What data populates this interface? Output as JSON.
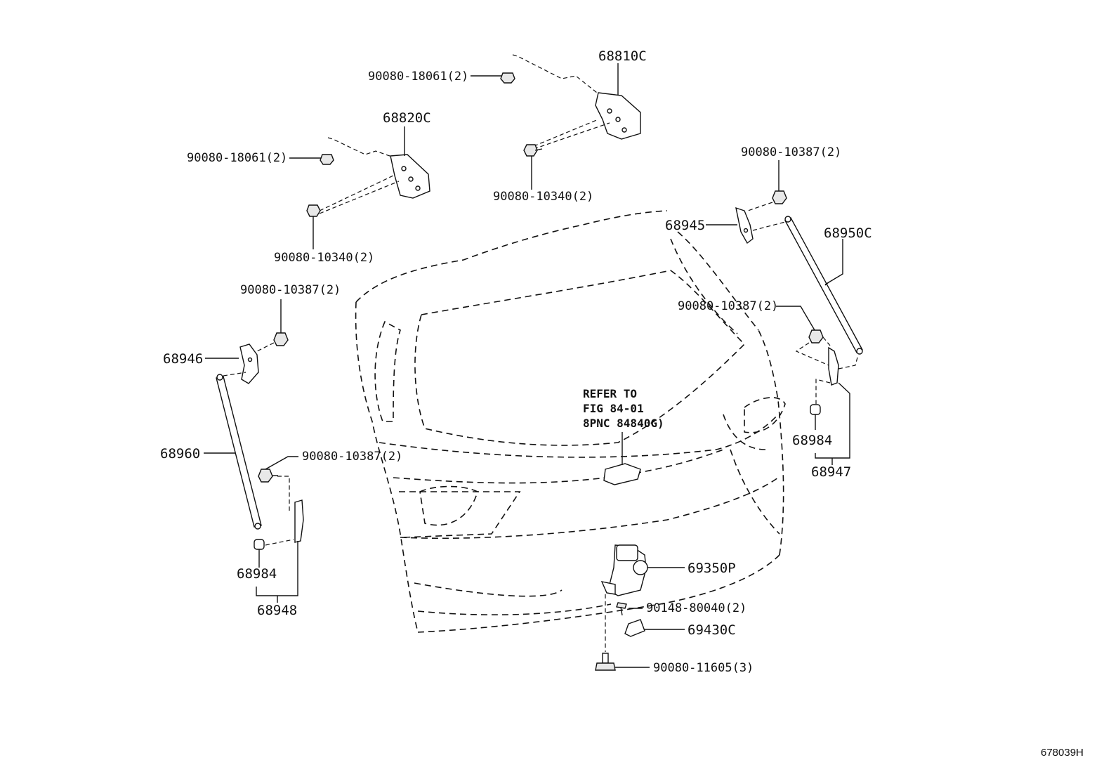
{
  "figure": {
    "id": "678039H",
    "note": [
      "REFER TO",
      "FIG 84-01",
      "8PNC 84840G)"
    ]
  },
  "parts": {
    "p68810C": "68810C",
    "p90080_18061_top": "90080-18061(2)",
    "p90080_10340_top": "90080-10340(2)",
    "p68820C": "68820C",
    "p90080_18061_left": "90080-18061(2)",
    "p90080_10340_left": "90080-10340(2)",
    "p90080_10387_right_top": "90080-10387(2)",
    "p68945": "68945",
    "p68950C": "68950C",
    "p90080_10387_right_mid": "90080-10387(2)",
    "p68984_right": "68984",
    "p68947": "68947",
    "p90080_10387_left_top": "90080-10387(2)",
    "p68946": "68946",
    "p68960": "68960",
    "p90080_10387_left_mid": "90080-10387(2)",
    "p68984_left": "68984",
    "p68948": "68948",
    "p69350P": "69350P",
    "p90148_80040": "90148-80040(2)",
    "p69430C": "69430C",
    "p90080_11605": "90080-11605(3)"
  },
  "colors": {
    "ink": "#111111",
    "paper": "#ffffff"
  }
}
